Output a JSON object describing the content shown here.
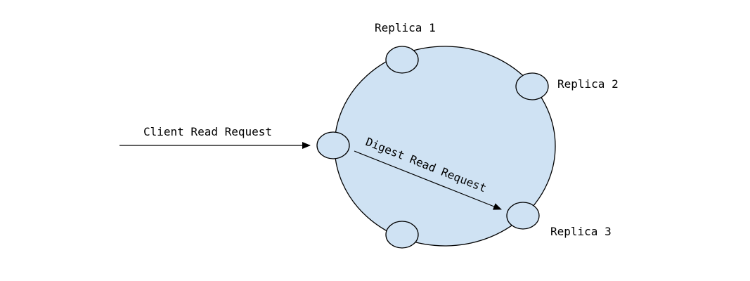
{
  "diagram": {
    "ring_color": "#cfe2f3",
    "stroke_color": "#000000",
    "client_label": "Client Read Request",
    "digest_label": "Digest Read Request",
    "nodes": [
      {
        "id": "replica-1",
        "label": "Replica 1"
      },
      {
        "id": "replica-2",
        "label": "Replica 2"
      },
      {
        "id": "coordinator",
        "label": ""
      },
      {
        "id": "replica-3",
        "label": "Replica 3"
      },
      {
        "id": "node-bottom",
        "label": ""
      }
    ]
  }
}
